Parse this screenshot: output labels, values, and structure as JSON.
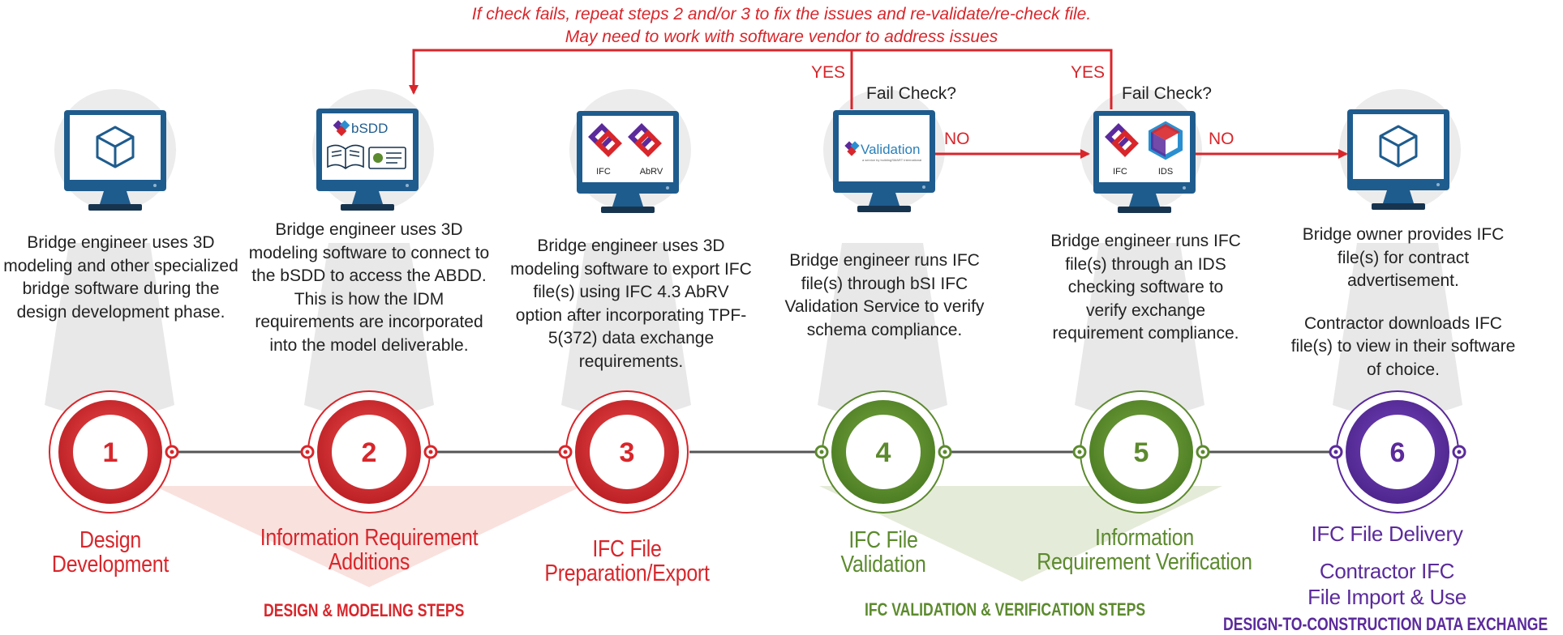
{
  "feedback": {
    "line1": "If check fails, repeat steps 2 and/or 3 to fix the issues and re-validate/re-check file.",
    "line2": "May need to work with software vendor to address issues"
  },
  "checks": [
    {
      "question": "Fail Check?",
      "yes": "YES",
      "no": "NO"
    },
    {
      "question": "Fail Check?",
      "yes": "YES",
      "no": "NO"
    }
  ],
  "monitors": {
    "m2": {
      "logo_text": "bSDD"
    },
    "m3": {
      "label_a": "IFC",
      "label_b": "AbRV"
    },
    "m4": {
      "logo_text": "Validation",
      "logo_sub": "a service by buildingSMART International"
    },
    "m5": {
      "label_a": "IFC",
      "label_b": "IDS"
    }
  },
  "steps": [
    {
      "number": "1",
      "title": [
        "Design",
        "Development"
      ],
      "description": [
        "Bridge engineer uses 3D modeling and other specialized bridge software during the design development phase."
      ]
    },
    {
      "number": "2",
      "title": [
        "Information Requirement",
        "Additions"
      ],
      "description": [
        "Bridge engineer uses 3D modeling software to connect to the bSDD to access the ABDD. This is how the IDM requirements are incorporated into the model deliverable."
      ]
    },
    {
      "number": "3",
      "title": [
        "IFC File",
        "Preparation/Export"
      ],
      "description": [
        "Bridge engineer uses 3D modeling software to export IFC file(s) using IFC 4.3 AbRV option after incorporating TPF-5(372) data exchange requirements."
      ]
    },
    {
      "number": "4",
      "title": [
        "IFC File",
        "Validation"
      ],
      "description": [
        "Bridge engineer runs IFC file(s) through bSI IFC Validation Service to verify schema compliance."
      ]
    },
    {
      "number": "5",
      "title": [
        "Information",
        "Requirement Verification"
      ],
      "description": [
        "Bridge engineer runs IFC file(s) through an IDS checking software to verify exchange requirement compliance."
      ]
    },
    {
      "number": "6",
      "title": [
        "IFC File Delivery",
        "Contractor IFC File Import & Use"
      ],
      "description": [
        "Bridge owner provides IFC file(s) for contract advertisement.",
        "Contractor downloads IFC file(s) to view in their software of choice."
      ]
    }
  ],
  "groups": [
    {
      "label": "DESIGN & MODELING STEPS"
    },
    {
      "label": "IFC VALIDATION & VERIFICATION STEPS"
    },
    {
      "label": "DESIGN-TO-CONSTRUCTION DATA EXCHANGE"
    }
  ],
  "colors": {
    "design": "#d8262b",
    "validation": "#5c8a2e",
    "delivery": "#5b2a9b",
    "monitor_frame": "#1f5c8e",
    "monitor_dark": "#17344f",
    "connector": "#555555"
  }
}
